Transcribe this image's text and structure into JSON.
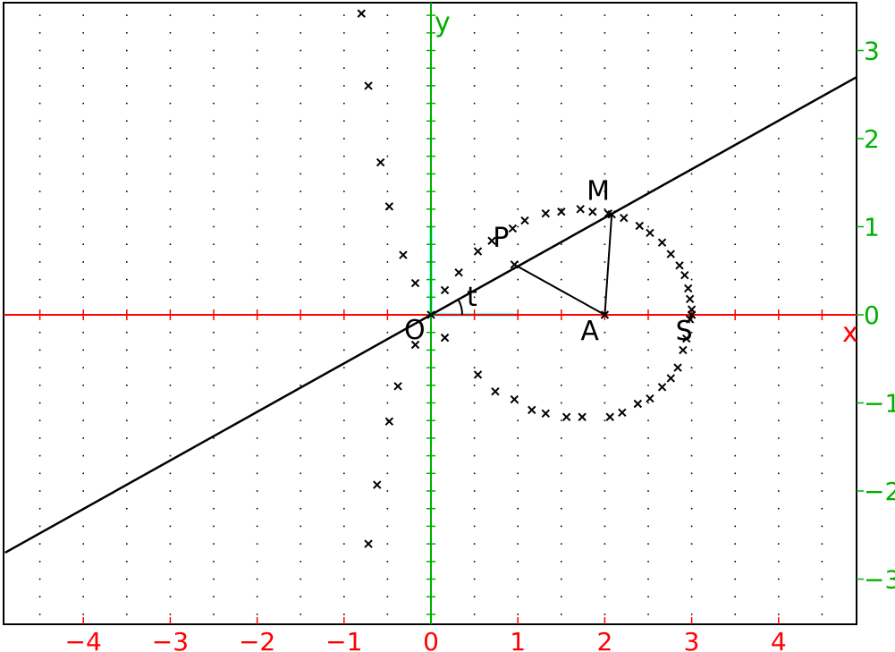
{
  "chart_data": {
    "type": "scatter",
    "grid": true,
    "xlim": [
      -4.9,
      4.9
    ],
    "ylim": [
      -3.5,
      3.5
    ],
    "x_ticks": [
      -4,
      -3,
      -2,
      -1,
      0,
      1,
      2,
      3,
      4
    ],
    "y_ticks": [
      -3,
      -2,
      -1,
      0,
      1,
      2,
      3
    ],
    "x_tick_labels": [
      "−4",
      "−3",
      "−2",
      "−1",
      "0",
      "1",
      "2",
      "3",
      "4"
    ],
    "y_tick_labels": [
      "−3",
      "−2",
      "−1",
      "0",
      "1",
      "2",
      "3"
    ],
    "xlabel": "x",
    "ylabel": "y",
    "colors": {
      "x_axis": "#ff0000",
      "y_axis": "#00b000",
      "unit_segments": "#00ffff",
      "figure": "#000000"
    },
    "points": [
      {
        "name": "O",
        "label": "O",
        "x": 0,
        "y": 0
      },
      {
        "name": "A",
        "label": "A",
        "x": 2,
        "y": 0
      },
      {
        "name": "S",
        "label": "S",
        "x": 3,
        "y": 0
      },
      {
        "name": "P",
        "label": "P",
        "x": 0.96,
        "y": 0.57
      },
      {
        "name": "M",
        "label": "M",
        "x": 2.08,
        "y": 1.14
      }
    ],
    "angle_label": "t",
    "line_through_origin": {
      "from": [
        -4.9,
        -2.7
      ],
      "to": [
        4.9,
        2.7
      ]
    },
    "segments": [
      {
        "from": [
          0.96,
          0.57
        ],
        "to": [
          2,
          0
        ]
      },
      {
        "from": [
          2.08,
          1.14
        ],
        "to": [
          2,
          0
        ]
      }
    ],
    "unit_segments": [
      {
        "from": [
          0,
          0
        ],
        "to": [
          1,
          0
        ]
      },
      {
        "from": [
          0,
          0
        ],
        "to": [
          0,
          1
        ]
      }
    ],
    "locus_points": [
      [
        -0.8,
        3.42
      ],
      [
        -0.72,
        2.6
      ],
      [
        -0.58,
        1.73
      ],
      [
        -0.48,
        1.23
      ],
      [
        -0.32,
        0.68
      ],
      [
        -0.18,
        0.36
      ],
      [
        0.16,
        0.28
      ],
      [
        0.32,
        0.48
      ],
      [
        0.54,
        0.72
      ],
      [
        0.7,
        0.84
      ],
      [
        0.94,
        0.98
      ],
      [
        1.08,
        1.07
      ],
      [
        1.32,
        1.15
      ],
      [
        1.5,
        1.17
      ],
      [
        1.72,
        1.2
      ],
      [
        1.86,
        1.17
      ],
      [
        2.04,
        1.15
      ],
      [
        2.22,
        1.1
      ],
      [
        2.4,
        1.01
      ],
      [
        2.52,
        0.93
      ],
      [
        2.66,
        0.82
      ],
      [
        2.76,
        0.69
      ],
      [
        2.86,
        0.56
      ],
      [
        2.92,
        0.45
      ],
      [
        2.96,
        0.3
      ],
      [
        2.98,
        0.18
      ],
      [
        3,
        0.06
      ],
      [
        2.98,
        -0.05
      ],
      [
        2.94,
        -0.27
      ],
      [
        2.9,
        -0.4
      ],
      [
        2.84,
        -0.6
      ],
      [
        2.76,
        -0.72
      ],
      [
        2.66,
        -0.82
      ],
      [
        2.52,
        -0.95
      ],
      [
        2.38,
        -1.01
      ],
      [
        2.2,
        -1.11
      ],
      [
        2.06,
        -1.16
      ],
      [
        1.74,
        -1.16
      ],
      [
        1.56,
        -1.16
      ],
      [
        1.32,
        -1.12
      ],
      [
        1.16,
        -1.08
      ],
      [
        0.96,
        -0.96
      ],
      [
        0.74,
        -0.87
      ],
      [
        0.54,
        -0.68
      ],
      [
        0.16,
        -0.26
      ],
      [
        -0.18,
        -0.34
      ],
      [
        -0.38,
        -0.81
      ],
      [
        -0.48,
        -1.21
      ],
      [
        -0.62,
        -1.93
      ],
      [
        -0.72,
        -2.6
      ]
    ]
  }
}
